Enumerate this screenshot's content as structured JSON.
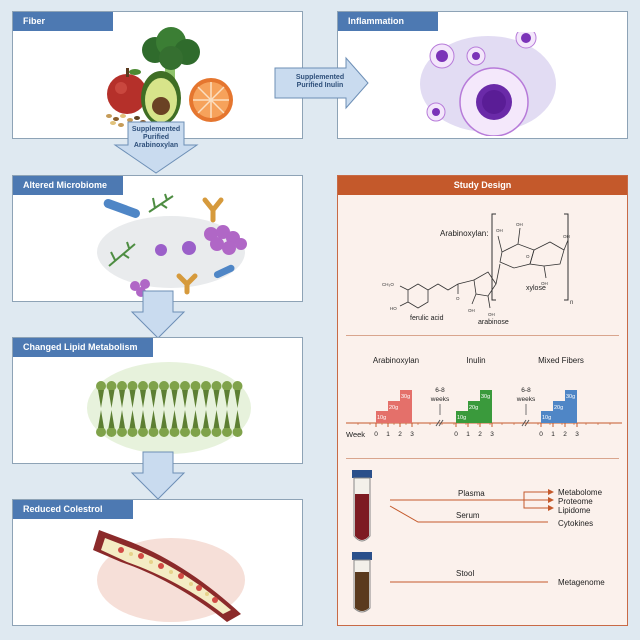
{
  "panels": {
    "fiber": {
      "title": "Fiber"
    },
    "inflammation": {
      "title": "Inflammation"
    },
    "microbiome": {
      "title": "Altered Microbiome"
    },
    "lipid": {
      "title": "Changed Lipid Metabolism"
    },
    "cholesterol": {
      "title": "Reduced Colestrol"
    },
    "study_design": {
      "title": "Study Design"
    }
  },
  "arrows": {
    "arabinoxylan_label": [
      "Supplemented",
      "Purified",
      "Arabinoxylan"
    ],
    "inulin_label": [
      "Supplemented",
      "Purified Inulin"
    ]
  },
  "structure": {
    "name": "Arabinoxylan:",
    "xylose": "xylose",
    "arabinose": "arabinose",
    "ferulic_acid": "ferulic acid",
    "repeat_n": "n",
    "oh": "OH",
    "o": "O",
    "ch3o": "CH₃O",
    "ho": "HO"
  },
  "timeline": {
    "axis_label": "Week",
    "groups": [
      {
        "name": "Arabinoxylan",
        "color": "#e4706a",
        "doses": [
          "10g",
          "20g",
          "30g"
        ],
        "weeks": [
          "0",
          "1",
          "2",
          "3"
        ]
      },
      {
        "name": "Inulin",
        "color": "#3a9a3c",
        "doses": [
          "10g",
          "20g",
          "30g"
        ],
        "weeks": [
          "0",
          "1",
          "2",
          "3"
        ]
      },
      {
        "name": "Mixed Fibers",
        "color": "#4f86c6",
        "doses": [
          "10g",
          "20g",
          "30g"
        ],
        "weeks": [
          "0",
          "1",
          "2",
          "3"
        ]
      }
    ],
    "washout": [
      "6-8",
      "weeks"
    ]
  },
  "samples": {
    "plasma": "Plasma",
    "serum": "Serum",
    "stool": "Stool",
    "outputs": [
      "Metabolome",
      "Proteome",
      "Lipidome",
      "Cytokines",
      "Metagenome"
    ]
  }
}
